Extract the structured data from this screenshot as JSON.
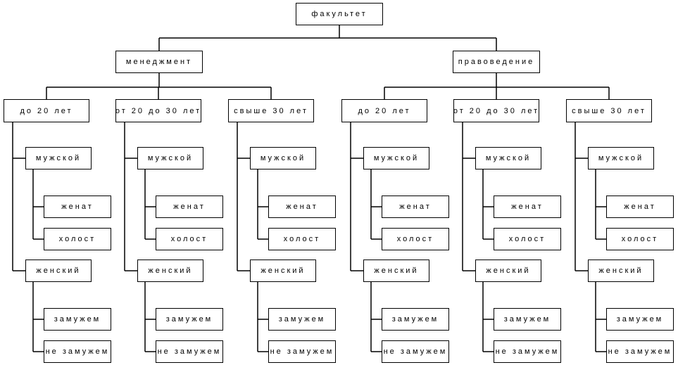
{
  "tree": {
    "label": "факультет",
    "children": [
      {
        "label": "менеджмент",
        "children": [
          {
            "label": "до 20 лет"
          },
          {
            "label": "от 20 до 30 лет"
          },
          {
            "label": "свыше 30 лет"
          }
        ]
      },
      {
        "label": "правоведение",
        "children": [
          {
            "label": "до 20 лет"
          },
          {
            "label": "от 20 до 30 лет"
          },
          {
            "label": "свыше 30 лет"
          }
        ]
      }
    ]
  },
  "gender_branch": [
    {
      "label": "мужской",
      "children": [
        "женат",
        "холост"
      ]
    },
    {
      "label": "женский",
      "children": [
        "замужем",
        "не замужем"
      ]
    }
  ]
}
